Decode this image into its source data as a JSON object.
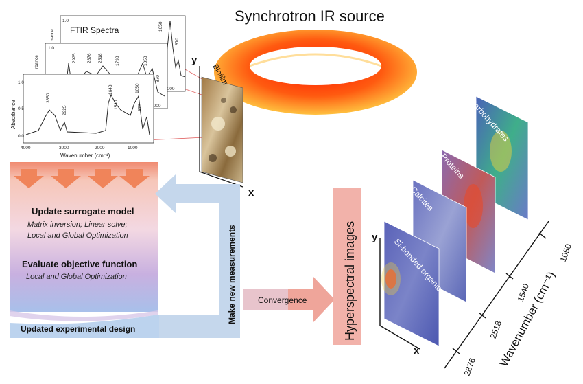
{
  "source": {
    "title": "Synchrotron IR source"
  },
  "ftir": {
    "title": "FTIR Spectra",
    "ylabel": "Absorbance",
    "xlabel": "Wavenumber (cm⁻¹)",
    "back_ylabel": "bance",
    "mid_ylabel": "rbance",
    "x_ticks": [
      "4000",
      "3000",
      "2000",
      "1000"
    ],
    "y_ticks": [
      "1.0",
      "0.5",
      "0.0"
    ],
    "back_y_tick": "1.0",
    "back_x_tick": "1000",
    "mid_y_tick": "1.0",
    "mid_x_tick": "1000",
    "back_peaks": [
      "1050",
      "870"
    ],
    "mid_peaks": [
      "2925",
      "2876",
      "2518",
      "1798",
      "1050",
      "870"
    ],
    "front_peaks": [
      "3350",
      "2925",
      "1648",
      "1540",
      "1050",
      "870"
    ]
  },
  "biofilm": {
    "label": "Biofilm",
    "y_axis": "y",
    "x_axis": "x"
  },
  "workflow": {
    "step1_title": "Update surrogate model",
    "step1_line1": "Matrix inversion; Linear solve;",
    "step1_line2": "Local and Global Optimization",
    "step2_title": "Evaluate objective function",
    "step2_line1": "Local and Global Optimization",
    "step3_title": "Updated experimental design",
    "loop_label": "Make new measurements",
    "convergence_label": "Convergence"
  },
  "hyperspectral": {
    "box_label": "Hyperspectral images",
    "layers": [
      "Si-bonded organics",
      "Calcites",
      "Proteins",
      "Carbohydrates"
    ],
    "y_axis": "y",
    "x_axis": "x",
    "axis_label": "Wavenumber (cm⁻¹)",
    "ticks": [
      "2876",
      "2518",
      "1540",
      "1050"
    ]
  },
  "colors": {
    "flow_top": "#f0a18a",
    "flow_mid": "#c8a8d8",
    "flow_bottom": "#a8c4e6",
    "arrow_orange": "#f0845a",
    "loop_blue": "#c5d7ec",
    "hyper_box": "#f2b2aa",
    "conv_arrow": "#f0a090"
  }
}
